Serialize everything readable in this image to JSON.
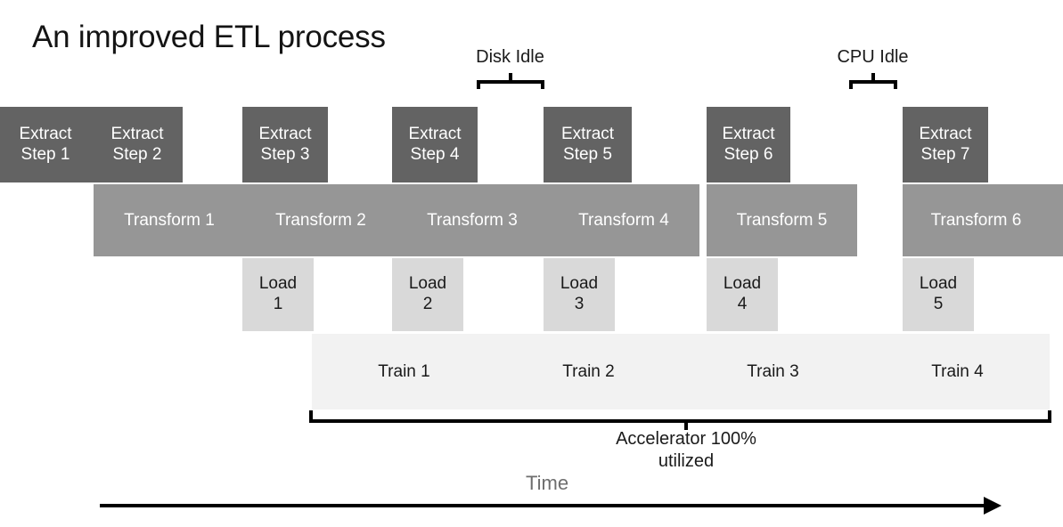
{
  "title": "An improved ETL process",
  "colors": {
    "extract": "#636363",
    "transform": "#969696",
    "load": "#d9d9d9",
    "train": "#f2f2f2",
    "background": "#ffffff",
    "text_dark": "#1a1a1a",
    "text_light": "#ffffff",
    "time_label": "#6e6e6e",
    "arrow": "#000000"
  },
  "rows": {
    "extract": {
      "label": "Extract",
      "items": [
        {
          "line1": "Extract",
          "line2": "Step 1",
          "text": "Extract\nStep 1"
        },
        {
          "line1": "Extract",
          "line2": "Step 2",
          "text": "Extract\nStep 2"
        },
        {
          "line1": "Extract",
          "line2": "Step 3",
          "text": "Extract\nStep 3"
        },
        {
          "line1": "Extract",
          "line2": "Step 4",
          "text": "Extract\nStep 4"
        },
        {
          "line1": "Extract",
          "line2": "Step 5",
          "text": "Extract\nStep 5"
        },
        {
          "line1": "Extract",
          "line2": "Step 6",
          "text": "Extract\nStep 6"
        },
        {
          "line1": "Extract",
          "line2": "Step 7",
          "text": "Extract\nStep 7"
        }
      ]
    },
    "transform": {
      "label": "Transform",
      "items": [
        {
          "text": "Transform 1"
        },
        {
          "text": "Transform 2"
        },
        {
          "text": "Transform 3"
        },
        {
          "text": "Transform 4"
        },
        {
          "text": "Transform 5"
        },
        {
          "text": "Transform 6"
        }
      ]
    },
    "load": {
      "label": "Load",
      "items": [
        {
          "text": "Load\n1"
        },
        {
          "text": "Load\n2"
        },
        {
          "text": "Load\n3"
        },
        {
          "text": "Load\n4"
        },
        {
          "text": "Load\n5"
        }
      ]
    },
    "train": {
      "label": "Train",
      "items": [
        {
          "text": "Train 1"
        },
        {
          "text": "Train 2"
        },
        {
          "text": "Train 3"
        },
        {
          "text": "Train 4"
        }
      ]
    }
  },
  "annotations": {
    "disk_idle": "Disk Idle",
    "cpu_idle": "CPU Idle",
    "accelerator": "Accelerator 100%\nutilized",
    "time": "Time"
  }
}
